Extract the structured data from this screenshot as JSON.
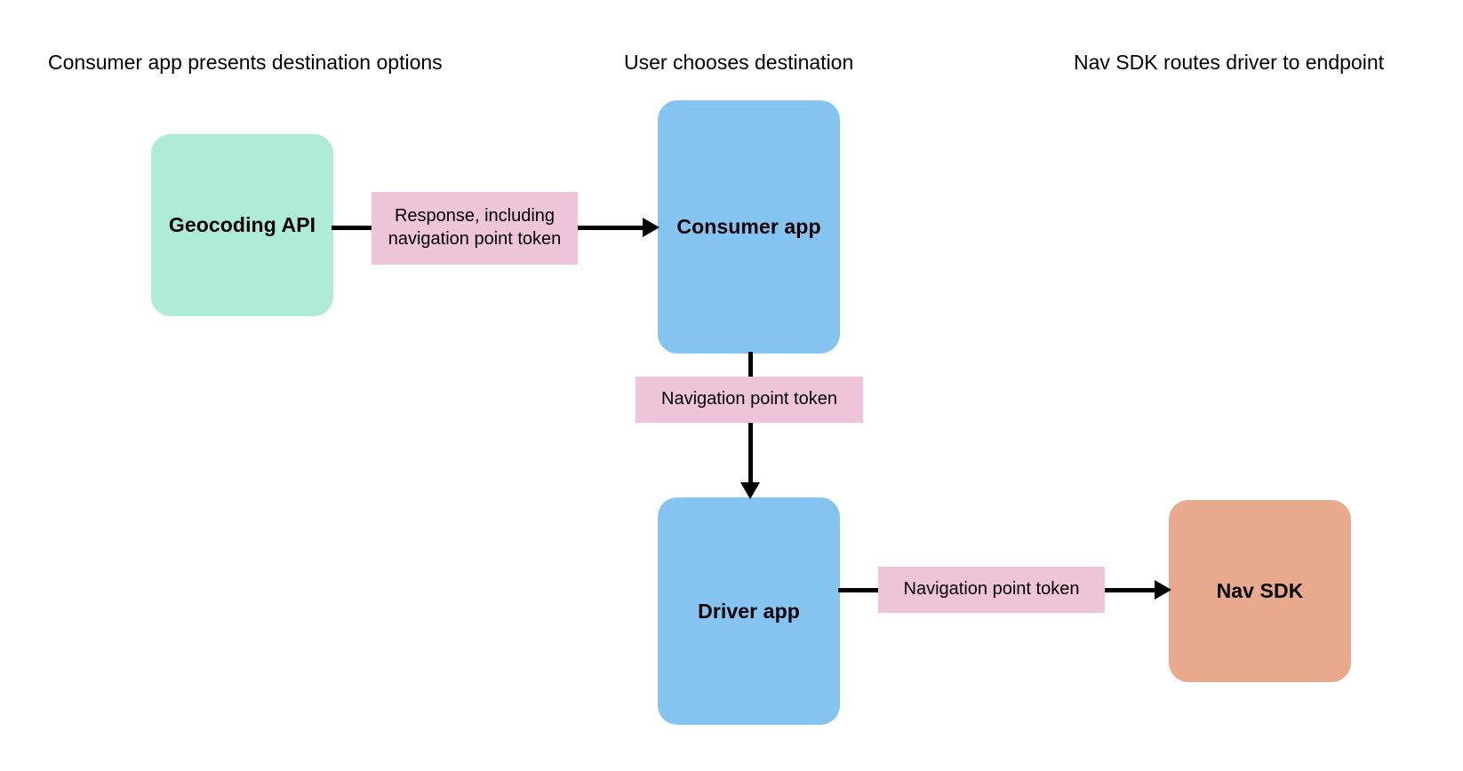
{
  "diagram": {
    "title_bar_absent": true,
    "background_color": "#ffffff",
    "columns": [
      {
        "id": "col-1",
        "header": "Consumer app presents destination options"
      },
      {
        "id": "col-2",
        "header": "User chooses destination"
      },
      {
        "id": "col-3",
        "header": "Nav SDK routes driver to endpoint"
      }
    ],
    "nodes": [
      {
        "id": "geocoding-api",
        "label": "Geocoding API",
        "color": "#aeecd8",
        "shape": "rounded-rect"
      },
      {
        "id": "consumer-app",
        "label": "Consumer app",
        "color": "#85c4f0",
        "shape": "rounded-rect"
      },
      {
        "id": "driver-app",
        "label": "Driver app",
        "color": "#85c4f0",
        "shape": "rounded-rect"
      },
      {
        "id": "nav-sdk",
        "label": "Nav SDK",
        "color": "#e9a98d",
        "shape": "rounded-rect"
      }
    ],
    "edges": [
      {
        "id": "edge-geocoding-to-consumer",
        "from": "geocoding-api",
        "to": "consumer-app",
        "direction": "right",
        "label": "Response, including navigation point token",
        "label_color": "#eec4d8"
      },
      {
        "id": "edge-consumer-to-driver",
        "from": "consumer-app",
        "to": "driver-app",
        "direction": "down",
        "label": "Navigation point token",
        "label_color": "#eec4d8"
      },
      {
        "id": "edge-driver-to-navsdk",
        "from": "driver-app",
        "to": "nav-sdk",
        "direction": "right",
        "label": "Navigation point token",
        "label_color": "#eec4d8"
      }
    ],
    "arrow_color": "#000000"
  }
}
